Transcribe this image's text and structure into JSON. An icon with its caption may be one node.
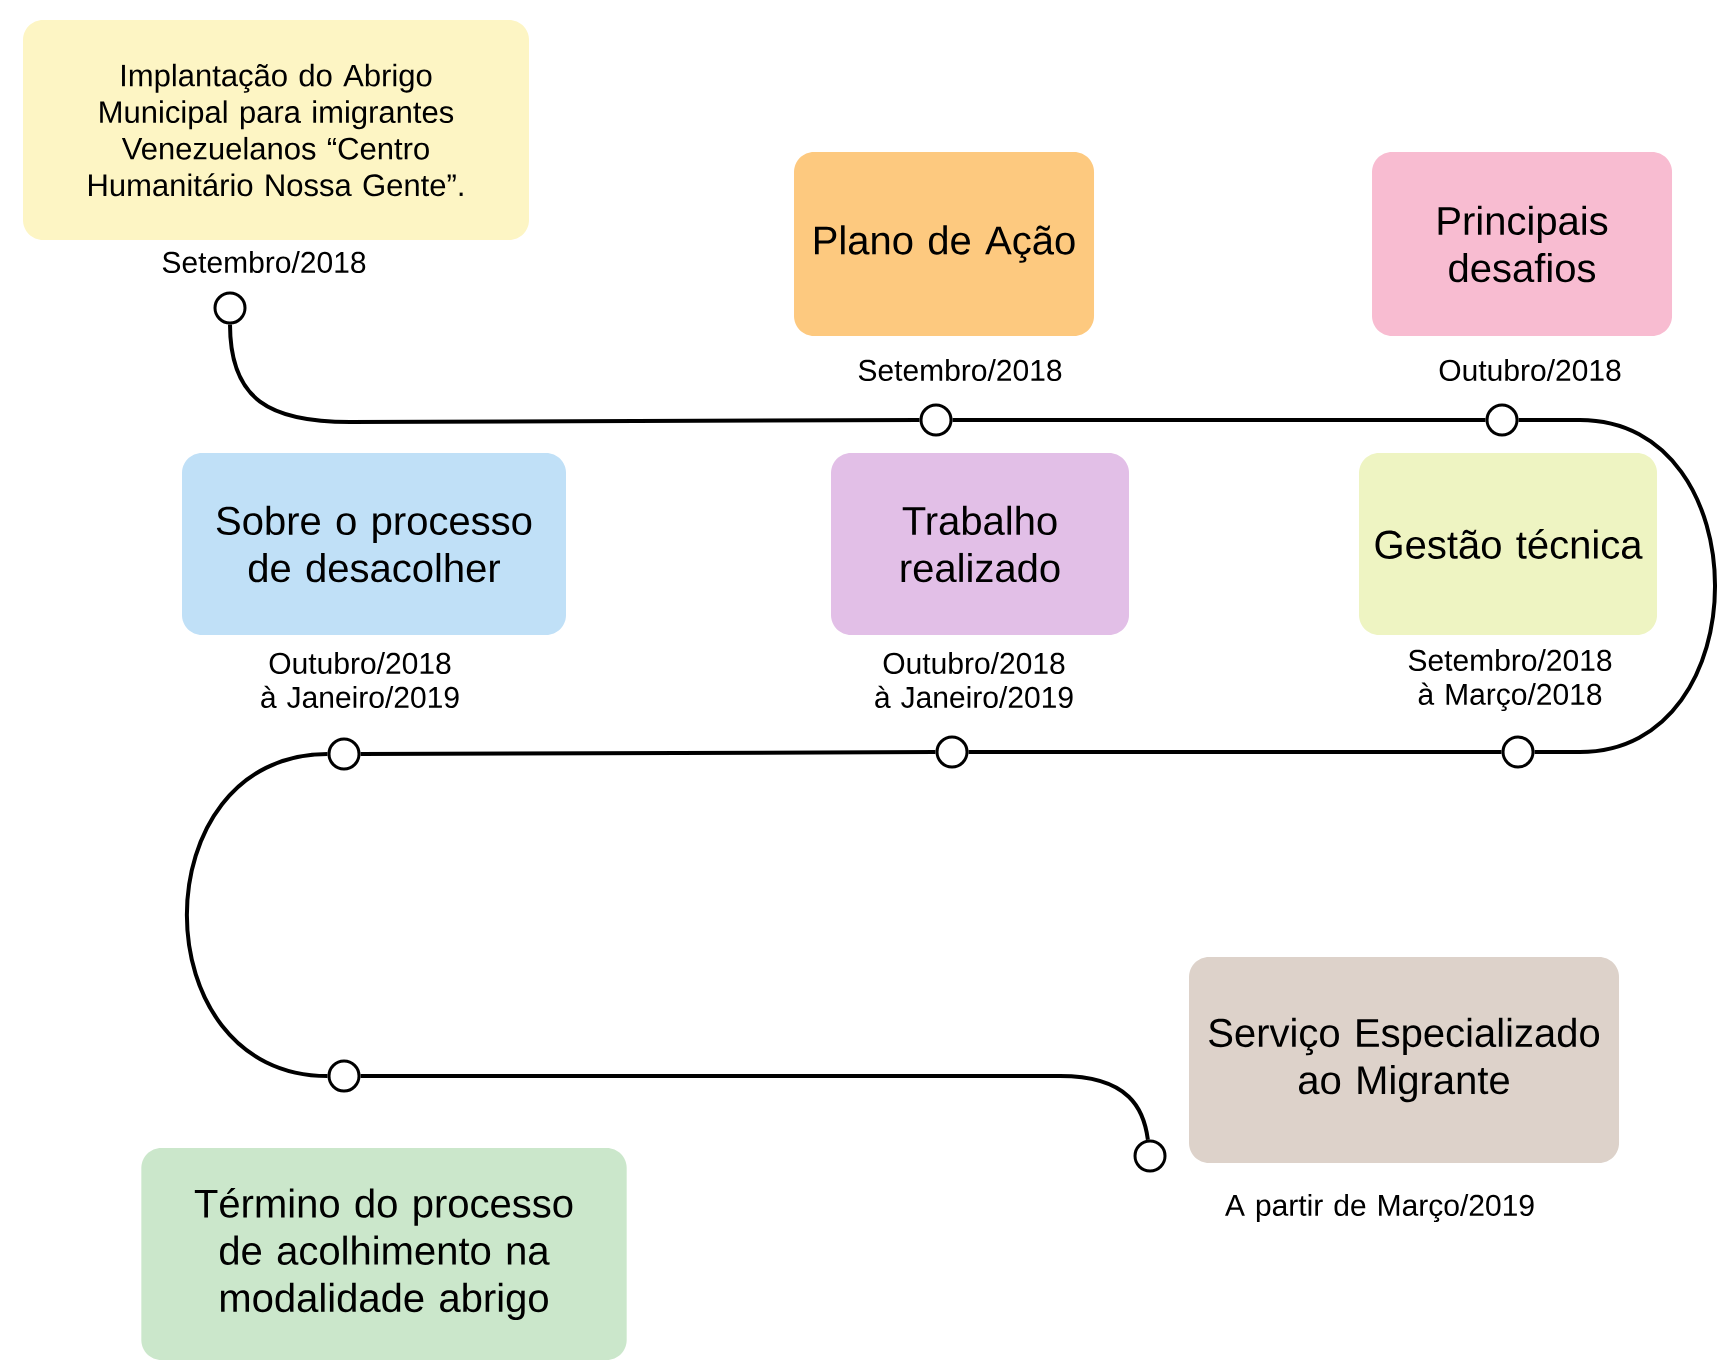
{
  "diagram": {
    "nodes": [
      {
        "text": [
          "Implantação do Abrigo Municipal para imigrantes Venezuelanos “Centro Humanitário Nossa Gente”."
        ],
        "beside": [
          "Setembro/2018"
        ]
      },
      {
        "text": [
          "Plano de Ação"
        ],
        "beside": [
          "Setembro/2018"
        ]
      },
      {
        "text": [
          "Principais desafios"
        ],
        "beside": [
          "Outubro/2018"
        ]
      },
      {
        "text": [
          "Sobre o processo de desacolher"
        ],
        "beside": [
          "Outubro/2018 à Janeiro/2019"
        ]
      },
      {
        "text": [
          "Trabalho realizado"
        ],
        "beside": [
          "Outubro/2018 à Janeiro/2019"
        ]
      },
      {
        "text": [
          "Gestão técnica"
        ],
        "beside": [
          "Setembro/2018 à Março/2018"
        ]
      },
      {
        "text": [
          "Serviço Especializado ao Migrante"
        ],
        "beside": [
          "A partir de Março/2019"
        ]
      },
      {
        "text": [
          "Término do processo de acolhimento na modalidade abrigo"
        ]
      },
      {
        "text": [],
        "shape": "circle"
      },
      {
        "text": [],
        "shape": "circle"
      },
      {
        "text": [],
        "shape": "circle"
      },
      {
        "text": [],
        "shape": "circle"
      },
      {
        "text": [],
        "shape": "circle"
      },
      {
        "text": [],
        "shape": "circle"
      },
      {
        "text": [],
        "shape": "circle"
      },
      {
        "text": [],
        "shape": "circle"
      }
    ],
    "edges": [
      {
        "from": 8,
        "to": 9,
        "arrow": "none"
      },
      {
        "from": 9,
        "to": 10,
        "arrow": "none"
      },
      {
        "from": 10,
        "to": 11,
        "arrow": "none"
      },
      {
        "from": 11,
        "to": 12,
        "arrow": "none"
      },
      {
        "from": 12,
        "to": 13,
        "arrow": "none"
      },
      {
        "from": 13,
        "to": 14,
        "arrow": "none"
      },
      {
        "from": 14,
        "to": 15,
        "arrow": "none"
      }
    ]
  }
}
